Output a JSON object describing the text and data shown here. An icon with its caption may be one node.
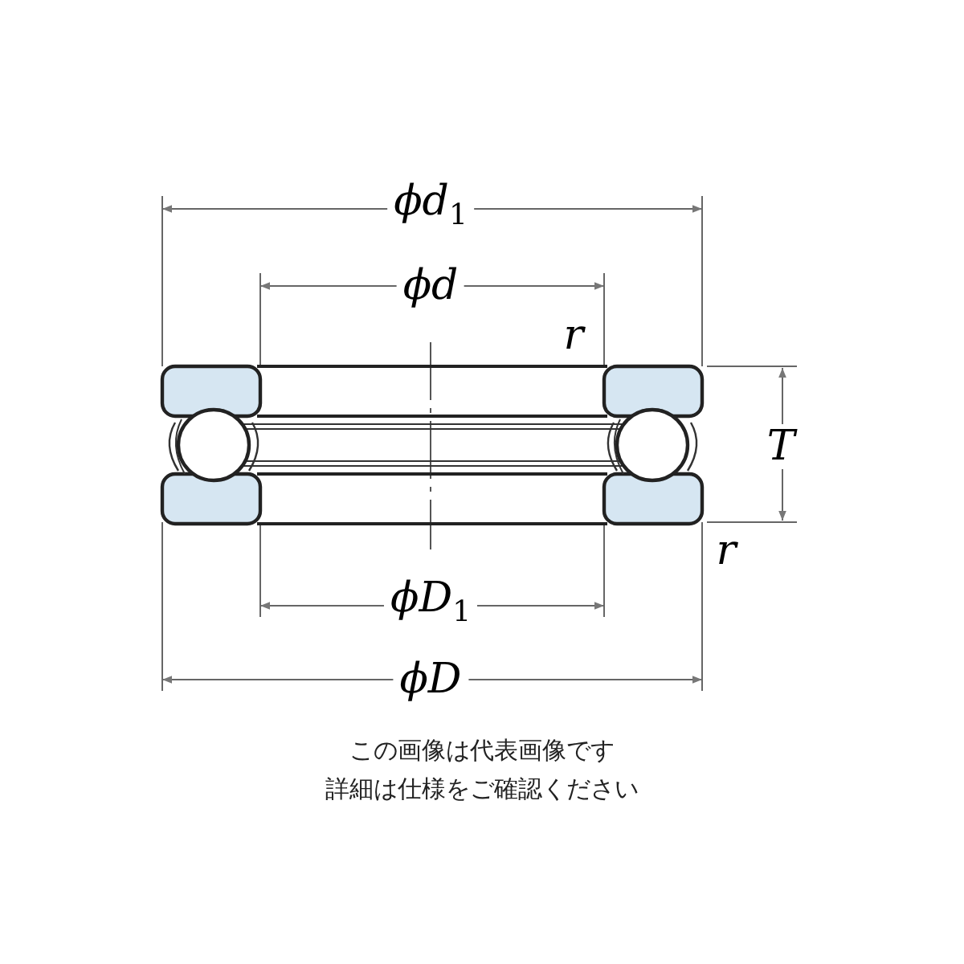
{
  "diagram": {
    "labels": [
      "ϕd$_{1}$",
      "ϕd",
      "r",
      "T",
      "r",
      "ϕD$_{1}$",
      "ϕD",
      "この画像は代表画像です",
      "詳細は仕様をご確認ください"
    ]
  }
}
